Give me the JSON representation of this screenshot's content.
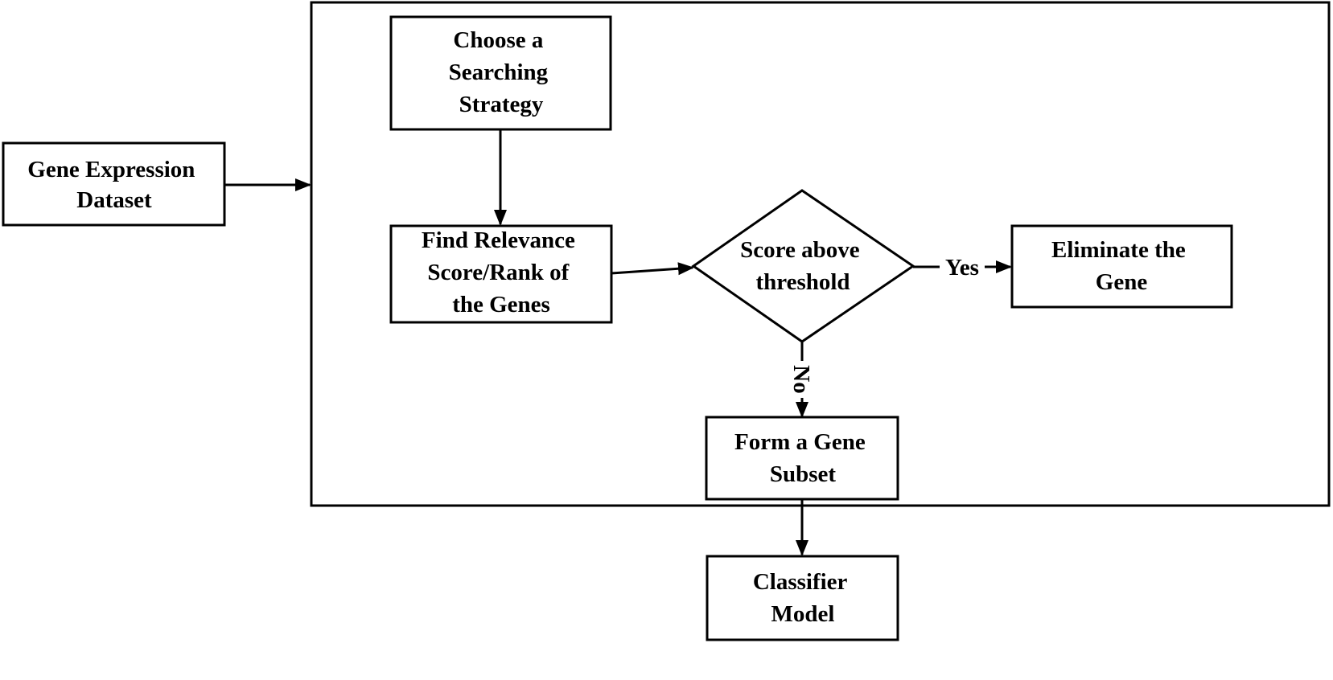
{
  "diagram": {
    "nodes": [
      {
        "id": "gene-expression-dataset",
        "shape": "rect",
        "lines": [
          "Gene Expression",
          "Dataset"
        ]
      },
      {
        "id": "choose-searching-strategy",
        "shape": "rect",
        "lines": [
          "Choose a",
          "Searching",
          "Strategy"
        ]
      },
      {
        "id": "find-relevance-score",
        "shape": "rect",
        "lines": [
          "Find Relevance",
          "Score/Rank of",
          "the Genes"
        ]
      },
      {
        "id": "score-above-threshold",
        "shape": "diamond",
        "lines": [
          "Score above",
          "threshold"
        ]
      },
      {
        "id": "eliminate-the-gene",
        "shape": "rect",
        "lines": [
          "Eliminate the",
          "Gene"
        ]
      },
      {
        "id": "form-gene-subset",
        "shape": "rect",
        "lines": [
          "Form a Gene",
          "Subset"
        ]
      },
      {
        "id": "classifier-model",
        "shape": "rect",
        "lines": [
          "Classifier",
          "Model"
        ]
      }
    ],
    "edges": [
      {
        "id": "dataset-to-process",
        "from": "gene-expression-dataset",
        "to": "process-frame",
        "label": ""
      },
      {
        "id": "strategy-to-relevance",
        "from": "choose-searching-strategy",
        "to": "find-relevance-score",
        "label": ""
      },
      {
        "id": "relevance-to-threshold",
        "from": "find-relevance-score",
        "to": "score-above-threshold",
        "label": ""
      },
      {
        "id": "threshold-yes",
        "from": "score-above-threshold",
        "to": "eliminate-the-gene",
        "label": "Yes"
      },
      {
        "id": "threshold-no",
        "from": "score-above-threshold",
        "to": "form-gene-subset",
        "label": "No"
      },
      {
        "id": "subset-to-classifier",
        "from": "form-gene-subset",
        "to": "classifier-model",
        "label": ""
      }
    ]
  }
}
